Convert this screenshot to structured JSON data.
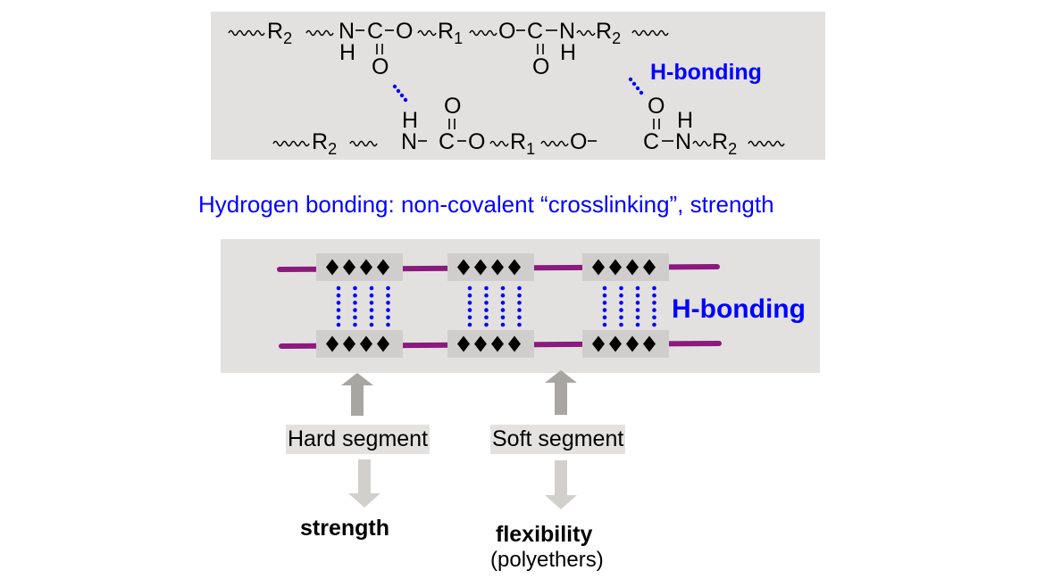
{
  "chemistry": {
    "top_chain": [
      "R2",
      "N",
      "H",
      "C",
      "O",
      "O",
      "R1",
      "O",
      "C",
      "O",
      "N",
      "H",
      "R2"
    ],
    "bottom_chain": [
      "R2",
      "N",
      "H",
      "C",
      "O",
      "O",
      "R1",
      "O",
      "C",
      "O",
      "N",
      "H",
      "R2"
    ],
    "atoms": {
      "R": "R",
      "sub1": "1",
      "sub2": "2",
      "N": "N",
      "H": "H",
      "C": "C",
      "O": "O"
    },
    "hbond_label": "H-bonding"
  },
  "caption": "Hydrogen bonding: non-covalent “crosslinking”, strength",
  "segment_diagram": {
    "hbond_label": "H-bonding",
    "hard_blocks_per_chain": 3,
    "diamonds_per_block": 4,
    "dots_per_column": 6
  },
  "labels": {
    "hard_segment": "Hard segment",
    "soft_segment": "Soft segment",
    "hard_property": "strength",
    "soft_property": "flexibility",
    "soft_property_note": "(polyethers)"
  },
  "colors": {
    "panel_bg": "#e2e1e0",
    "block_bg": "#d0cecc",
    "chain_line": "#8b1a7e",
    "hbond_dots": "#0000ff",
    "caption": "#0000ff",
    "arrow_up": "#a8a6a2",
    "arrow_down": "#d2d0cd"
  }
}
